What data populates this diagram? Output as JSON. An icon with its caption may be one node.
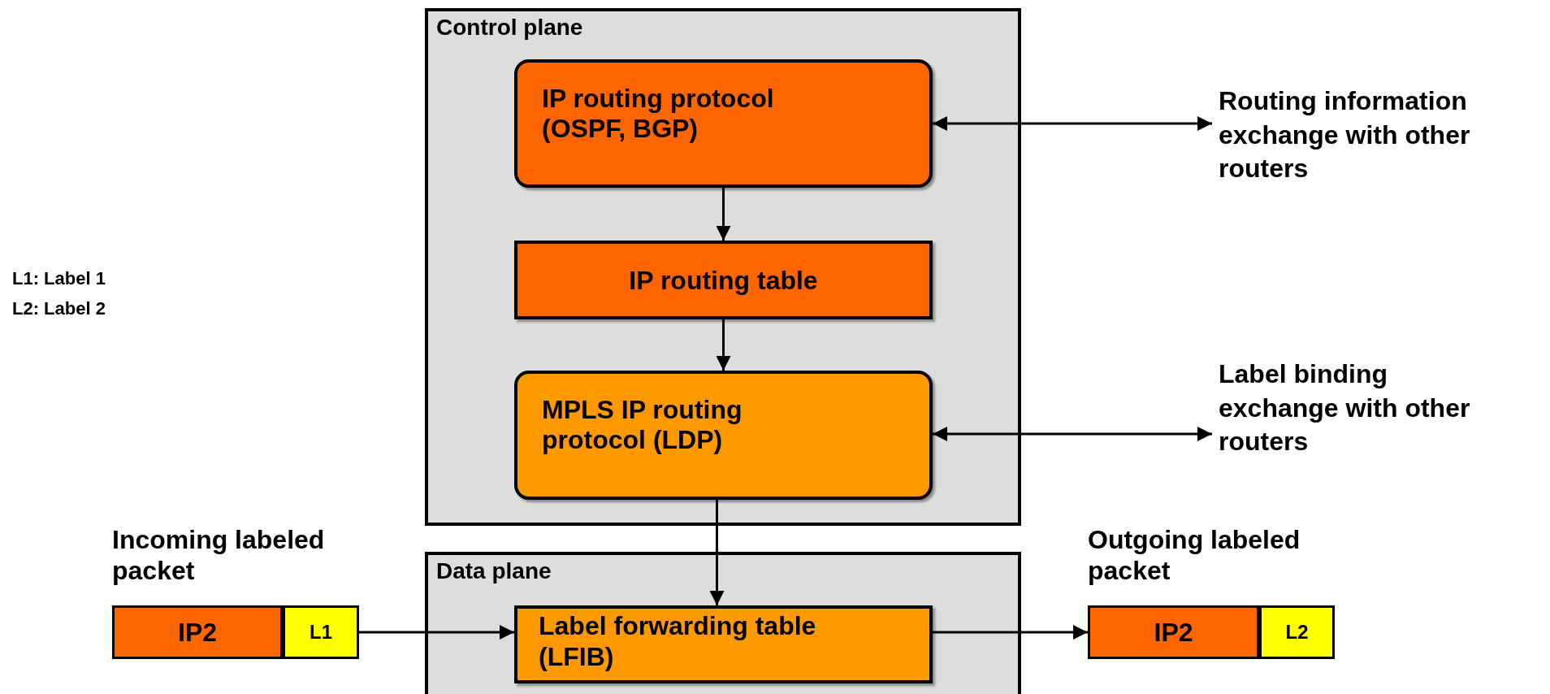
{
  "diagram": {
    "nodes": [
      {
        "text": [
          "Control plane"
        ]
      },
      {
        "text": [
          "IP routing protocol (OSPF, BGP)"
        ],
        "in": 0
      },
      {
        "text": [
          "IP routing table"
        ],
        "in": 0
      },
      {
        "text": [
          "MPLS IP routing protocol (LDP)"
        ],
        "in": 0
      },
      {
        "text": [
          "Data plane"
        ]
      },
      {
        "text": [
          "Label forwarding table (LFIB)"
        ],
        "in": 4
      },
      {
        "text": [
          "Incoming labeled packet"
        ]
      },
      {
        "text": [
          "IP2"
        ],
        "in": 6
      },
      {
        "text": [
          "L1"
        ],
        "in": 6
      },
      {
        "text": [
          "Outgoing labeled packet"
        ]
      },
      {
        "text": [
          "IP2"
        ],
        "in": 9
      },
      {
        "text": [
          "L2"
        ],
        "in": 9
      },
      {
        "text": [
          "Routing information exchange with other routers"
        ]
      },
      {
        "text": [
          "Label binding exchange with other routers"
        ]
      }
    ],
    "edges": [
      {
        "from": 1,
        "to": 2,
        "arrow": "to"
      },
      {
        "from": 2,
        "to": 3,
        "arrow": "to"
      },
      {
        "from": 3,
        "to": 5,
        "arrow": "to"
      },
      {
        "from": 6,
        "to": 5,
        "arrow": "to"
      },
      {
        "from": 5,
        "to": 9,
        "arrow": "to"
      },
      {
        "from": 1,
        "to": 12,
        "arrow": "both"
      },
      {
        "from": 3,
        "to": 13,
        "arrow": "both"
      }
    ],
    "labels": [
      "L1: Label 1",
      "L2: Label 2"
    ]
  }
}
